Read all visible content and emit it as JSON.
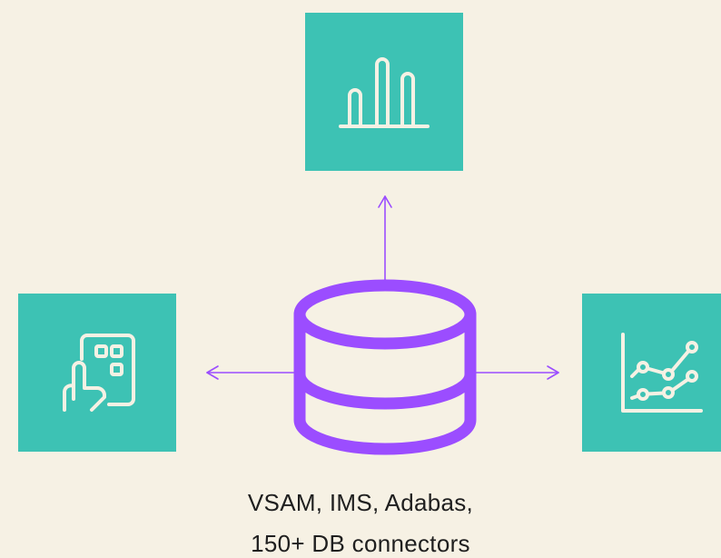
{
  "diagram": {
    "center": {
      "icon": "database-icon",
      "caption_line1": "VSAM, IMS, Adabas,",
      "caption_line2": "150+ DB connectors"
    },
    "targets": [
      {
        "position": "top",
        "icon": "bar-chart-icon"
      },
      {
        "position": "left",
        "icon": "touch-app-icon"
      },
      {
        "position": "right",
        "icon": "line-chart-icon"
      }
    ]
  },
  "colors": {
    "background": "#f6f1e4",
    "tile": "#3dc2b4",
    "accent": "#9b4dff",
    "icon_stroke": "#f6f1e4",
    "text": "#1f1f1f"
  }
}
